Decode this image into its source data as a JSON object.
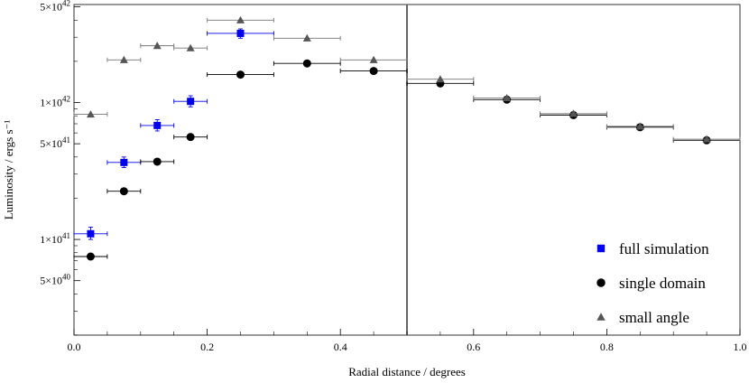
{
  "chart_data": {
    "type": "scatter",
    "xlabel": "Radial distance / degrees",
    "ylabel": "Luminosity / ergs s⁻¹",
    "xlim": [
      0,
      1.0
    ],
    "ylim": [
      2e+40,
      5.2e+42
    ],
    "y_scale": "log",
    "x_ticks": [
      0.0,
      0.2,
      0.4,
      0.6,
      0.8,
      1.0
    ],
    "x_tick_labels": [
      "0.0",
      "0.2",
      "0.4",
      "0.6",
      "0.8",
      "1.0"
    ],
    "y_ticks": [
      {
        "value": 5e+40,
        "mantissa": "5",
        "exp": "40"
      },
      {
        "value": 1e+41,
        "mantissa": "1",
        "exp": "41"
      },
      {
        "value": 5e+41,
        "mantissa": "5",
        "exp": "41"
      },
      {
        "value": 1e+42,
        "mantissa": "1",
        "exp": "42"
      },
      {
        "value": 5e+42,
        "mantissa": "5",
        "exp": "42"
      }
    ],
    "vertical_line_x": 0.5,
    "legend_position": "bottom-right",
    "series": [
      {
        "name": "full simulation",
        "marker": "square",
        "color": "#0000ee",
        "points": [
          {
            "x": 0.025,
            "xerr": 0.025,
            "y": 1.1e+41,
            "ylo": 1e+41,
            "yhi": 1.23e+41
          },
          {
            "x": 0.075,
            "xerr": 0.025,
            "y": 3.65e+41,
            "ylo": 3.35e+41,
            "yhi": 4e+41
          },
          {
            "x": 0.125,
            "xerr": 0.025,
            "y": 6.8e+41,
            "ylo": 6.2e+41,
            "yhi": 7.5e+41
          },
          {
            "x": 0.175,
            "xerr": 0.025,
            "y": 1.02e+42,
            "ylo": 9.3e+41,
            "yhi": 1.12e+42
          },
          {
            "x": 0.25,
            "xerr": 0.05,
            "y": 3.2e+42,
            "ylo": 2.95e+42,
            "yhi": 3.45e+42
          }
        ]
      },
      {
        "name": "single domain",
        "marker": "circle",
        "color": "#000000",
        "points": [
          {
            "x": 0.025,
            "xerr": 0.025,
            "y": 7.5e+40
          },
          {
            "x": 0.075,
            "xerr": 0.025,
            "y": 2.25e+41
          },
          {
            "x": 0.125,
            "xerr": 0.025,
            "y": 3.7e+41
          },
          {
            "x": 0.175,
            "xerr": 0.025,
            "y": 5.6e+41
          },
          {
            "x": 0.25,
            "xerr": 0.05,
            "y": 1.6e+42
          },
          {
            "x": 0.35,
            "xerr": 0.05,
            "y": 1.93e+42
          },
          {
            "x": 0.45,
            "xerr": 0.05,
            "y": 1.7e+42
          },
          {
            "x": 0.55,
            "xerr": 0.05,
            "y": 1.38e+42
          },
          {
            "x": 0.65,
            "xerr": 0.05,
            "y": 1.05e+42
          },
          {
            "x": 0.75,
            "xerr": 0.05,
            "y": 8.1e+41
          },
          {
            "x": 0.85,
            "xerr": 0.05,
            "y": 6.6e+41
          },
          {
            "x": 0.95,
            "xerr": 0.05,
            "y": 5.3e+41
          }
        ]
      },
      {
        "name": "small angle",
        "marker": "triangle",
        "color": "#555555",
        "points": [
          {
            "x": 0.025,
            "xerr": 0.025,
            "y": 8.2e+41
          },
          {
            "x": 0.075,
            "xerr": 0.025,
            "y": 2.05e+42
          },
          {
            "x": 0.125,
            "xerr": 0.025,
            "y": 2.6e+42
          },
          {
            "x": 0.175,
            "xerr": 0.025,
            "y": 2.5e+42
          },
          {
            "x": 0.25,
            "xerr": 0.05,
            "y": 4e+42
          },
          {
            "x": 0.35,
            "xerr": 0.05,
            "y": 2.95e+42
          },
          {
            "x": 0.45,
            "xerr": 0.05,
            "y": 2.05e+42
          },
          {
            "x": 0.55,
            "xerr": 0.05,
            "y": 1.48e+42
          },
          {
            "x": 0.65,
            "xerr": 0.05,
            "y": 1.08e+42
          },
          {
            "x": 0.75,
            "xerr": 0.05,
            "y": 8.3e+41
          },
          {
            "x": 0.85,
            "xerr": 0.05,
            "y": 6.7e+41
          },
          {
            "x": 0.95,
            "xerr": 0.05,
            "y": 5.4e+41
          }
        ]
      }
    ]
  }
}
